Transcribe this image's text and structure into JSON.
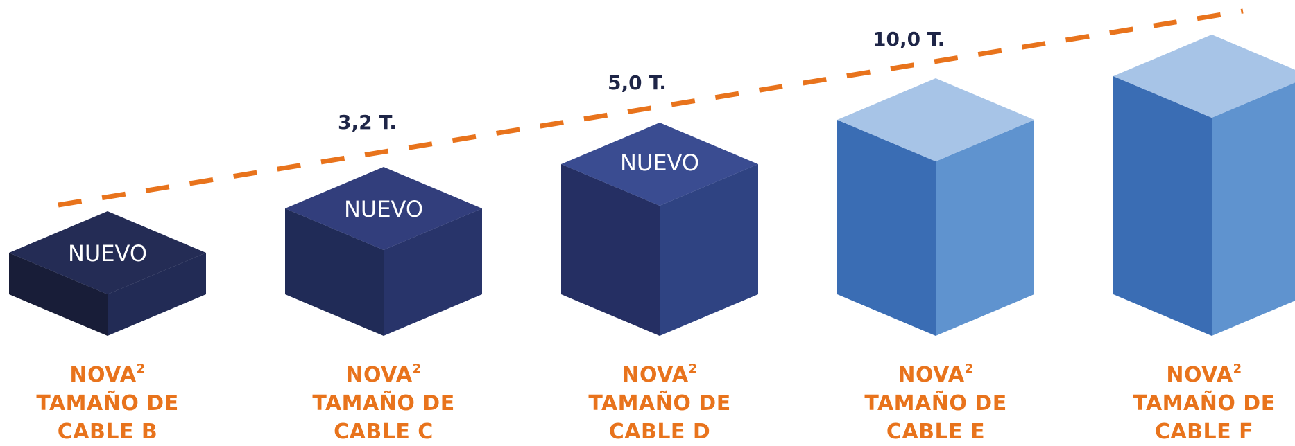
{
  "colors": {
    "accent_orange": "#e8731c",
    "label_navy": "#1e2547",
    "new_badge_text": "#ffffff"
  },
  "capacity_labels": [
    "3,2 T.",
    "5,0 T.",
    "10,0 T."
  ],
  "columns": [
    {
      "badge": "NUEVO",
      "name_line1": "NOVA",
      "name_sup": "2",
      "name_line2": "TAMAÑO DE",
      "name_line3": "CABLE B",
      "colors": {
        "top": "#242c55",
        "left": "#181d38",
        "right": "#222b55"
      }
    },
    {
      "badge": "NUEVO",
      "name_line1": "NOVA",
      "name_sup": "2",
      "name_line2": "TAMAÑO DE",
      "name_line3": "CABLE C",
      "colors": {
        "top": "#323e7c",
        "left": "#202b57",
        "right": "#28346a"
      }
    },
    {
      "badge": "NUEVO",
      "name_line1": "NOVA",
      "name_sup": "2",
      "name_line2": "TAMAÑO DE",
      "name_line3": "CABLE D",
      "colors": {
        "top": "#3a4c91",
        "left": "#252f63",
        "right": "#2f4382"
      }
    },
    {
      "badge": "",
      "name_line1": "NOVA",
      "name_sup": "2",
      "name_line2": "TAMAÑO DE",
      "name_line3": "CABLE E",
      "colors": {
        "top": "#a7c4e7",
        "left": "#3a6db4",
        "right": "#5f93cf"
      }
    },
    {
      "badge": "",
      "name_line1": "NOVA",
      "name_sup": "2",
      "name_line2": "TAMAÑO DE",
      "name_line3": "CABLE F",
      "colors": {
        "top": "#a7c4e7",
        "left": "#3a6db4",
        "right": "#5f93cf"
      }
    }
  ]
}
